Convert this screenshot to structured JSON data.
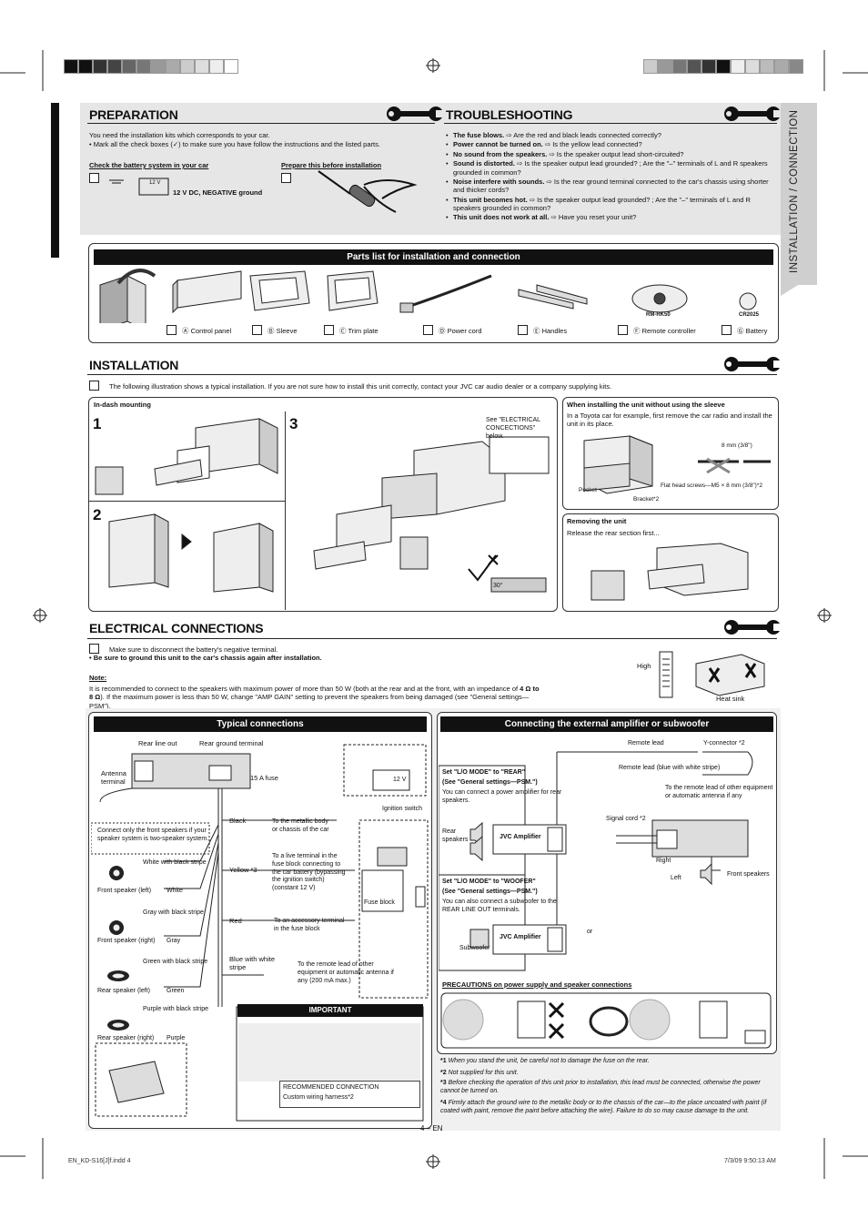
{
  "color_bars": {
    "left": [
      "#111111",
      "#111111",
      "#333333",
      "#444444",
      "#666666",
      "#777777",
      "#999999",
      "#aaaaaa",
      "#cccccc",
      "#dddddd",
      "#eeeeee",
      "#ffffff"
    ],
    "right": [
      "#cccccc",
      "#999999",
      "#777777",
      "#555555",
      "#333333",
      "#111111",
      "#eeeeee",
      "#dddddd",
      "#bbbbbb",
      "#aaaaaa",
      "#888888"
    ]
  },
  "side_tab": "INSTALLATION / CONNECTION",
  "preparation": {
    "title": "PREPARATION",
    "intro": "You need the installation kits which corresponds to your car.",
    "bullet": "Mark all the check boxes (✓) to make sure you have follow the instructions and the listed parts.",
    "check_battery": "Check the battery system in your car",
    "battery_label": "12 V DC, NEGATIVE ground",
    "battery_volt": "12 V",
    "prepare_this": "Prepare this before installation"
  },
  "troubleshooting": {
    "title": "TROUBLESHOOTING",
    "items": [
      {
        "q": "The fuse blows.",
        "a": " ⇨ Are the red and black leads connected correctly?"
      },
      {
        "q": "Power cannot be turned on.",
        "a": " ⇨ Is the yellow lead connected?"
      },
      {
        "q": "No sound from the speakers.",
        "a": " ⇨ Is the speaker output lead short-circuited?"
      },
      {
        "q": "Sound is distorted.",
        "a": " ⇨ Is the speaker output lead grounded? ; Are the \"–\" terminals of L and R speakers grounded in common?"
      },
      {
        "q": "Noise interfere with sounds.",
        "a": " ⇨ Is the rear ground terminal connected to the car's chassis using shorter and thicker cords?"
      },
      {
        "q": "This unit becomes hot.",
        "a": " ⇨ Is the speaker output lead grounded? ; Are the \"–\" terminals of L and R speakers grounded in common?"
      },
      {
        "q": "This unit does not work at all.",
        "a": " ⇨ Have you reset your unit?"
      }
    ]
  },
  "parts": {
    "title": "Parts list for installation and connection",
    "items": [
      {
        "letter": "Ⓐ",
        "name": "Control panel"
      },
      {
        "letter": "Ⓑ",
        "name": "Sleeve"
      },
      {
        "letter": "Ⓒ",
        "name": "Trim plate"
      },
      {
        "letter": "Ⓓ",
        "name": "Power cord"
      },
      {
        "letter": "Ⓔ",
        "name": "Handles"
      },
      {
        "letter": "Ⓕ",
        "name": "Remote controller"
      },
      {
        "letter": "Ⓖ",
        "name": "Battery"
      }
    ],
    "remote_model": "RM-RK50",
    "battery_model": "CR2025"
  },
  "installation": {
    "title": "INSTALLATION",
    "intro": "The following illustration shows a typical installation. If you are not sure how to install this unit correctly, contact your JVC car audio dealer or a company supplying kits.",
    "in_dash": "In-dash mounting",
    "step1": "1",
    "step2": "2",
    "step3": "3",
    "see_electrical": "See \"ELECTRICAL CONCECTIONS\" below.",
    "angle": "30°",
    "without_sleeve_title": "When installing the unit without using the sleeve",
    "without_sleeve_text": "In a Toyota car for example, first remove the car radio and install the unit in its place.",
    "screw_size": "8 mm (3/8\")",
    "flat_head": "Flat head screws—M5 × 8 mm (3/8\")*2",
    "pocket": "Pocket",
    "bracket": "Bracket*2",
    "removing_title": "Removing the unit",
    "removing_text": "Release the rear section first..."
  },
  "electrical": {
    "title": "ELECTRICAL CONNECTIONS",
    "disconnect": "Make sure to disconnect the battery's negative terminal.",
    "ground_bullet": "Be sure to ground this unit to the car's chassis again after installation.",
    "note_label": "Note:",
    "note_text_1": "It is recommended to connect to the speakers with maximum power of more than 50 W (both at the rear and at the front, with an impedance of ",
    "note_bold": "4 Ω to 8 Ω",
    "note_text_2": "). If the maximum power is less than 50 W, change \"AMP GAIN\" setting to prevent the speakers from being damaged (see \"General settings—PSM\").",
    "high": "High",
    "heat_sink": "Heat sink"
  },
  "typical": {
    "title": "Typical connections",
    "rear_line_out": "Rear line out",
    "rear_ground": "Rear ground terminal",
    "antenna": "Antenna terminal",
    "fuse15": "15 A fuse",
    "front_only": "Connect only the front speakers if your speaker system is two-speaker system.",
    "wb_stripe": "White with black stripe",
    "white": "White",
    "front_left": "Front speaker (left)",
    "gb_stripe": "Gray with black stripe",
    "gray": "Gray",
    "front_right": "Front speaker (right)",
    "grb_stripe": "Green with black stripe",
    "green": "Green",
    "rear_left": "Rear speaker (left)",
    "pb_stripe": "Purple with black stripe",
    "purple": "Purple",
    "rear_right": "Rear speaker (right)",
    "black": "Black",
    "black_desc": "To the metallic body or chassis of the car",
    "yellow": "Yellow *3",
    "yellow_desc": "To a live terminal in the fuse block connecting to the car battery (bypassing the ignition switch) (constant 12 V)",
    "red": "Red",
    "red_desc": "To an accessory terminal in the fuse block",
    "blue": "Blue with white stripe",
    "blue_desc": "To the remote lead of other equipment or automatic antenna if any (200 mA max.)",
    "ignition": "Ignition switch",
    "fuse_block": "Fuse block",
    "batt12": "12 V",
    "important": "IMPORTANT",
    "recommended": "RECOMMENDED CONNECTION",
    "custom_harness": "Custom wiring harness*2"
  },
  "amp": {
    "title": "Connecting the external amplifier or subwoofer",
    "remote_lead": "Remote lead",
    "y_connector": "Y-connector *2",
    "remote_lead_blue": "Remote lead (blue with white stripe)",
    "to_remote": "To the remote lead of other equipment or automatic antenna if any",
    "lo_rear": "Set \"L/O MODE\" to \"REAR\"",
    "see_gs": "(See \"General settings—PSM.\")",
    "rear_desc": "You can connect a power amplifier for rear speakers.",
    "rear_speakers": "Rear speakers",
    "jvc_amp": "JVC Amplifier",
    "signal_cord": "Signal cord *2",
    "right": "Right",
    "left": "Left",
    "front_speakers": "Front speakers",
    "lo_woofer": "Set \"L/O MODE\" to \"WOOFER\"",
    "woofer_desc": "You can also connect a subwoofer to the REAR LINE OUT terminals.",
    "subwoofer": "Subwoofer",
    "or": "or",
    "precautions": "PRECAUTIONS on power supply and speaker connections"
  },
  "footnotes": [
    {
      "mark": "*1",
      "text": "When you stand the unit, be careful not to damage the fuse on the rear."
    },
    {
      "mark": "*2",
      "text": "Not supplied for this unit."
    },
    {
      "mark": "*3",
      "text": "Before checking the operation of this unit prior to installation, this lead must be connected, otherwise the power cannot be turned on."
    },
    {
      "mark": "*4",
      "text": "Firmly attach the ground wire to the metallic body or to the chassis of the car—to the place uncoated with paint (if coated with paint, remove the paint before attaching the wire). Failure to do so may cause damage to the unit."
    }
  ],
  "page_number": "4 – EN",
  "footer_left": "EN_KD-S16[J]f.indd 4",
  "footer_right": "7/3/09 9:50:13 AM"
}
